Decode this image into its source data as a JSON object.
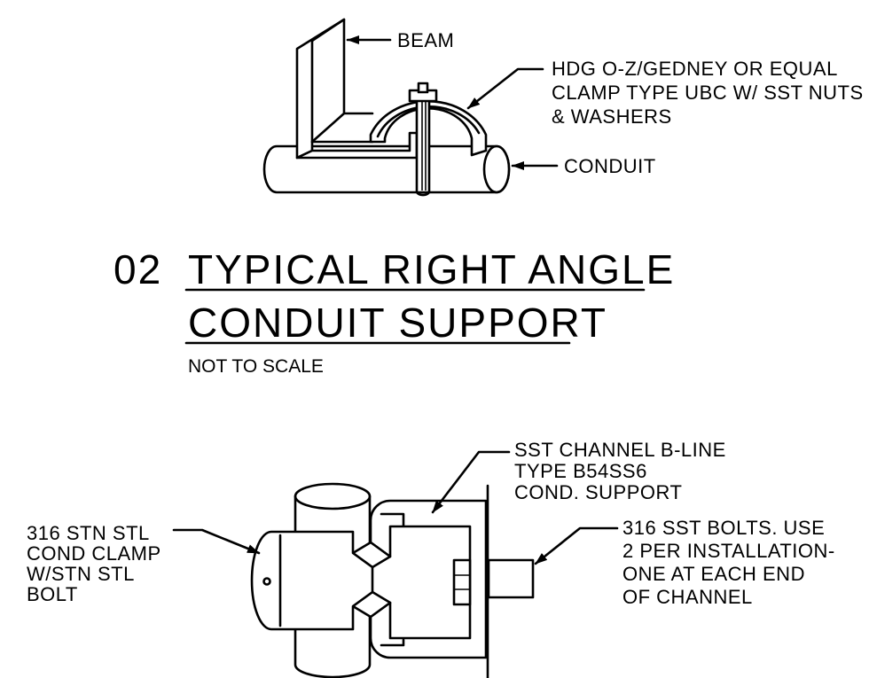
{
  "detail_top": {
    "callouts": {
      "beam": "BEAM",
      "clamp": [
        "HDG O-Z/GEDNEY OR EQUAL",
        "CLAMP TYPE UBC W/ SST NUTS",
        "& WASHERS"
      ],
      "conduit": "CONDUIT"
    },
    "title": {
      "number": "02",
      "line1": "TYPICAL RIGHT ANGLE",
      "line2": "CONDUIT SUPPORT",
      "scale_note": "NOT TO SCALE"
    }
  },
  "detail_bottom": {
    "callouts": {
      "channel": [
        "SST CHANNEL B-LINE",
        "TYPE B54SS6",
        "COND. SUPPORT"
      ],
      "cond_clamp": [
        "316 STN STL",
        "COND CLAMP",
        "W/STN STL",
        "BOLT"
      ],
      "bolts": [
        "316 SST BOLTS. USE",
        "2 PER INSTALLATION-",
        "ONE AT EACH END",
        "OF CHANNEL"
      ]
    }
  }
}
